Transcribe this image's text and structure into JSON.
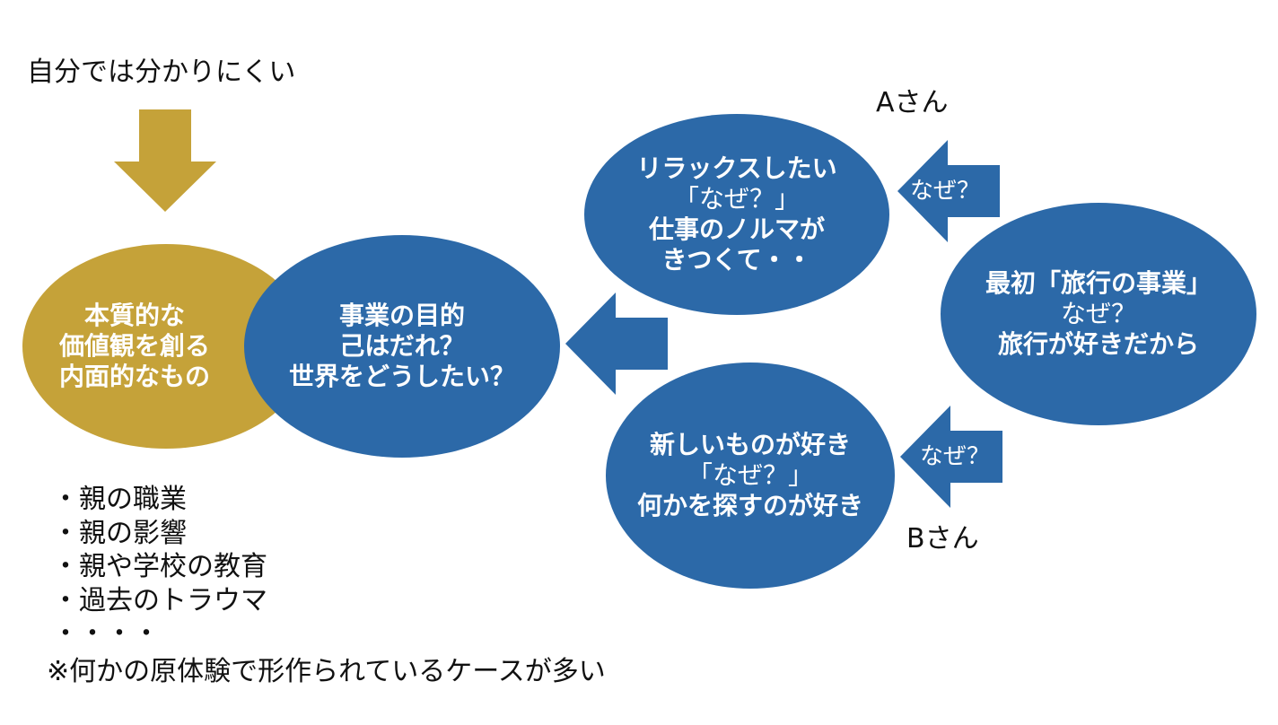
{
  "top_note": "自分では分かりにくい",
  "core": {
    "lines": [
      "本質的な",
      "価値観を創る",
      "内面的なもの"
    ]
  },
  "purpose": {
    "lines": [
      "事業の目的",
      "己はだれ？",
      "世界をどうしたい？"
    ]
  },
  "person_a": {
    "label": "Aさん",
    "lines": [
      "リラックスしたい",
      "「なぜ？」",
      "仕事のノルマが",
      "きつくて・・"
    ],
    "why": "なぜ？"
  },
  "person_b": {
    "label": "Bさん",
    "lines": [
      "新しいものが好き",
      "「なぜ？」",
      "何かを探すのが好き"
    ],
    "why": "なぜ？"
  },
  "origin": {
    "lines": [
      "最初「旅行の事業」",
      "なぜ？",
      "旅行が好きだから"
    ]
  },
  "bullets": [
    "・親の職業",
    "・親の影響",
    "・親や学校の教育",
    "・過去のトラウマ",
    "・・・・"
  ],
  "footnote": "※何かの原体験で形作られているケースが多い",
  "colors": {
    "gold": "#c5a239",
    "blue": "#2c69a8",
    "text": "#111111"
  }
}
